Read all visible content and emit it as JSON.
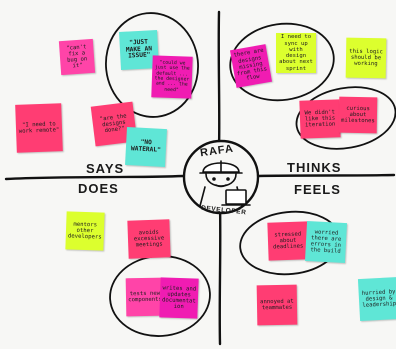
{
  "colors": {
    "pink": "#ff3d8e",
    "magenta": "#f01cb2",
    "yellow": "#dcff2e",
    "aqua": "#5fe6d6",
    "ink": "#111111"
  },
  "quadrants": {
    "says": "SAYS",
    "thinks": "THINKS",
    "does": "DOES",
    "feels": "FEELS"
  },
  "persona": {
    "name": "RAFA",
    "role": "DEVELOPER"
  },
  "notes": {
    "says_1": "\"can't fix a bug on it\"",
    "says_2": "\"JUST MAKE AN ISSUE\"",
    "says_3": "\"could we just use the default ... the designer and ... the need\"",
    "says_4": "\"I need to work remote\"",
    "says_5": "\"are the designs done?\"",
    "says_6": "\"NO WATERAL\"",
    "thinks_1": "there are designs missing from this flow",
    "thinks_2": "I need to sync up with design about next sprint",
    "thinks_3": "this logic should be working",
    "thinks_4": "We didn't like this iteration",
    "thinks_5": "curious about milestones",
    "does_1": "mentors other developers",
    "does_2": "avoids excessive meetings",
    "does_3": "tests new components",
    "does_4": "writes and updates documentation",
    "feels_1": "stressed about deadlines",
    "feels_2": "worried there are errors in the build",
    "feels_3": "annoyed at teammates",
    "feels_4": "hurried by design & leadership"
  }
}
